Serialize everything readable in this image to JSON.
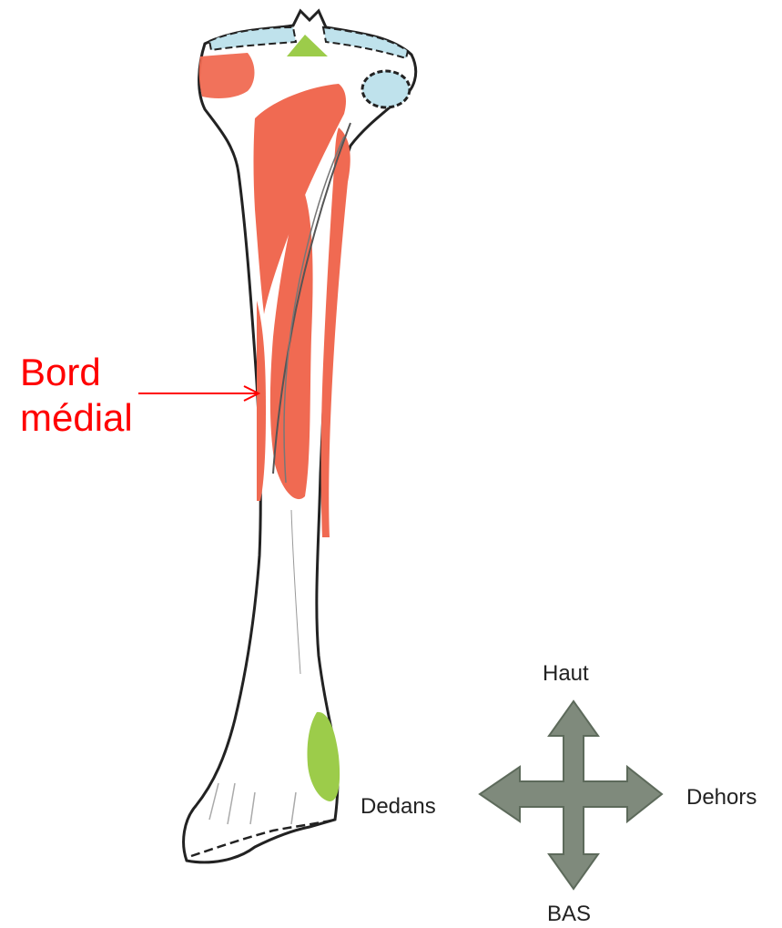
{
  "annotation": {
    "label_line1": "Bord",
    "label_line2": "médial",
    "color": "#ff0000"
  },
  "orientation": {
    "up": "Haut",
    "medial": "Dedans",
    "lateral": "Dehors",
    "down": "BAS",
    "arrow_color": "#7f8a7c"
  },
  "colors": {
    "muscle": "#f06a52",
    "ligament": "#9ccc4a",
    "cartilage": "#bfe2ec",
    "bone": "#ffffff",
    "outline": "#222222"
  }
}
